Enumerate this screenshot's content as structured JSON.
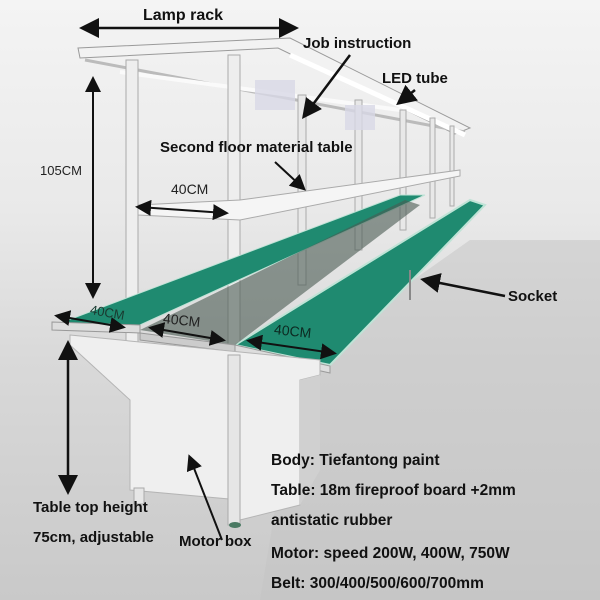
{
  "callouts": {
    "lamp_rack": "Lamp rack",
    "job_instruction": "Job instruction",
    "led_tube": "LED tube",
    "second_floor": "Second floor material table",
    "socket": "Socket",
    "motor_box": "Motor box",
    "table_top_height_1": "Table top height",
    "table_top_height_2": "75cm, adjustable"
  },
  "dimensions": {
    "height_105": "105CM",
    "shelf_width": "40CM",
    "belt_left": "40CM",
    "belt_middle": "40CM",
    "belt_right": "40CM"
  },
  "specs": [
    "Body: Tiefantong paint",
    "Table: 18m fireproof board +2mm",
    "antistatic rubber",
    "Motor: speed 200W, 400W, 750W",
    "Belt: 300/400/500/600/700mm"
  ],
  "colors": {
    "belt_green": "#1f8a70",
    "frame": "#ececec",
    "text": "#111111"
  }
}
